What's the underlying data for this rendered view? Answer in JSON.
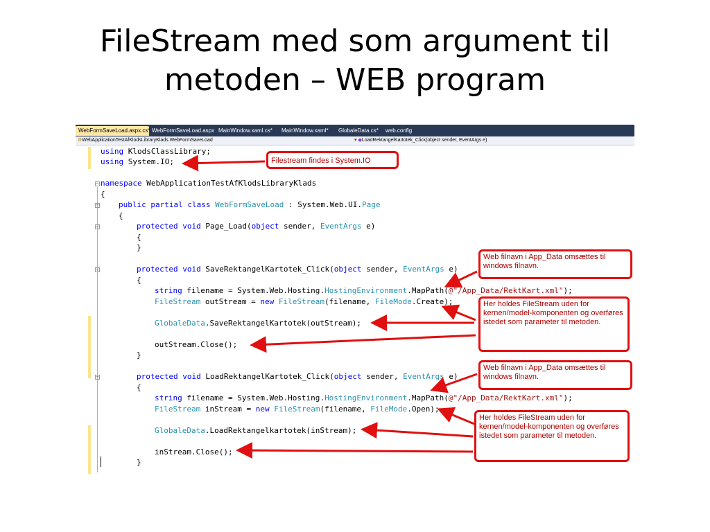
{
  "slide": {
    "title_line1": "FileStream med som argument til",
    "title_line2": "metoden – WEB program"
  },
  "tabs": [
    {
      "label": "WebFormSaveLoad.aspx.cs*",
      "active": true
    },
    {
      "label": "WebFormSaveLoad.aspx"
    },
    {
      "label": "MainWindow.xaml.cs*"
    },
    {
      "label": "MainWindow.xaml*"
    },
    {
      "label": "GlobaleData.cs*"
    },
    {
      "label": "web.config"
    }
  ],
  "navbar": {
    "class_selector": "WebApplicationTestAfKlodsLibraryKlads.WebFormSaveLoad",
    "member_selector": "LoadRektangelKartotek_Click(object sender, EventArgs e)"
  },
  "code": {
    "l1_kw": "using",
    "l1_rest": " KlodsClassLibrary;",
    "l2_kw": "using",
    "l2_rest": " System.IO;",
    "l4_kw": "namespace",
    "l4_rest": " WebApplicationTestAfKlodsLibraryKlads",
    "brace_open": "{",
    "brace_close": "}",
    "l6_kw": "public partial class",
    "l6_ty": "WebFormSaveLoad",
    "l6_mid": " : System.Web.UI.",
    "l6_ty2": "Page",
    "m_kw": "protected void",
    "m1_name": " Page_Load(",
    "obj": "object",
    "sender": " sender, ",
    "evargs": "EventArgs",
    "e_close": " e)",
    "m2_name": " SaveRektangelKartotek_Click(",
    "m3_name": " LoadRektangelKartotek_Click(",
    "string_kw": "string",
    "filename_assign": " filename = System.Web.Hosting.",
    "hosting_env": "HostingEnvironment",
    "mappath": ".MapPath(",
    "path_str": "@\"/App_Data/RektKart.xml\"",
    "end_paren": ");",
    "filestream_ty": "FileStream",
    "out_assign": " outStream = ",
    "in_assign": " inStream = ",
    "new_kw": "new",
    "fs_args": "(filename, ",
    "filemode_ty": "FileMode",
    "create_end": ".Create);",
    "open_end": ".Open);",
    "globale_ty": "GlobaleData",
    "save_call": ".SaveRektangelKartotek(outStream);",
    "load_call": ".LoadRektangelkartotek(inStream);",
    "out_close": "outStream.Close();",
    "in_close": "inStream.Close();"
  },
  "callouts": {
    "system_io": "Filestream findes i System.IO",
    "web_filnavn_1": "Web filnavn i App_Data omsættes til windows filnavn.",
    "filestream_holdes_1": "Her holdes FileStream uden for kernen/model-komponenten og overføres istedet som parameter til metoden.",
    "web_filnavn_2": "Web filnavn i App_Data omsættes til windows filnavn.",
    "filestream_holdes_2": "Her holdes FileStream uden for kernen/model-komponenten og overføres istedet som parameter til metoden."
  },
  "colors": {
    "keyword": "#0000ff",
    "type": "#2b91af",
    "string": "#a31515",
    "annotation": "#e01010",
    "tabbar": "#293955"
  }
}
